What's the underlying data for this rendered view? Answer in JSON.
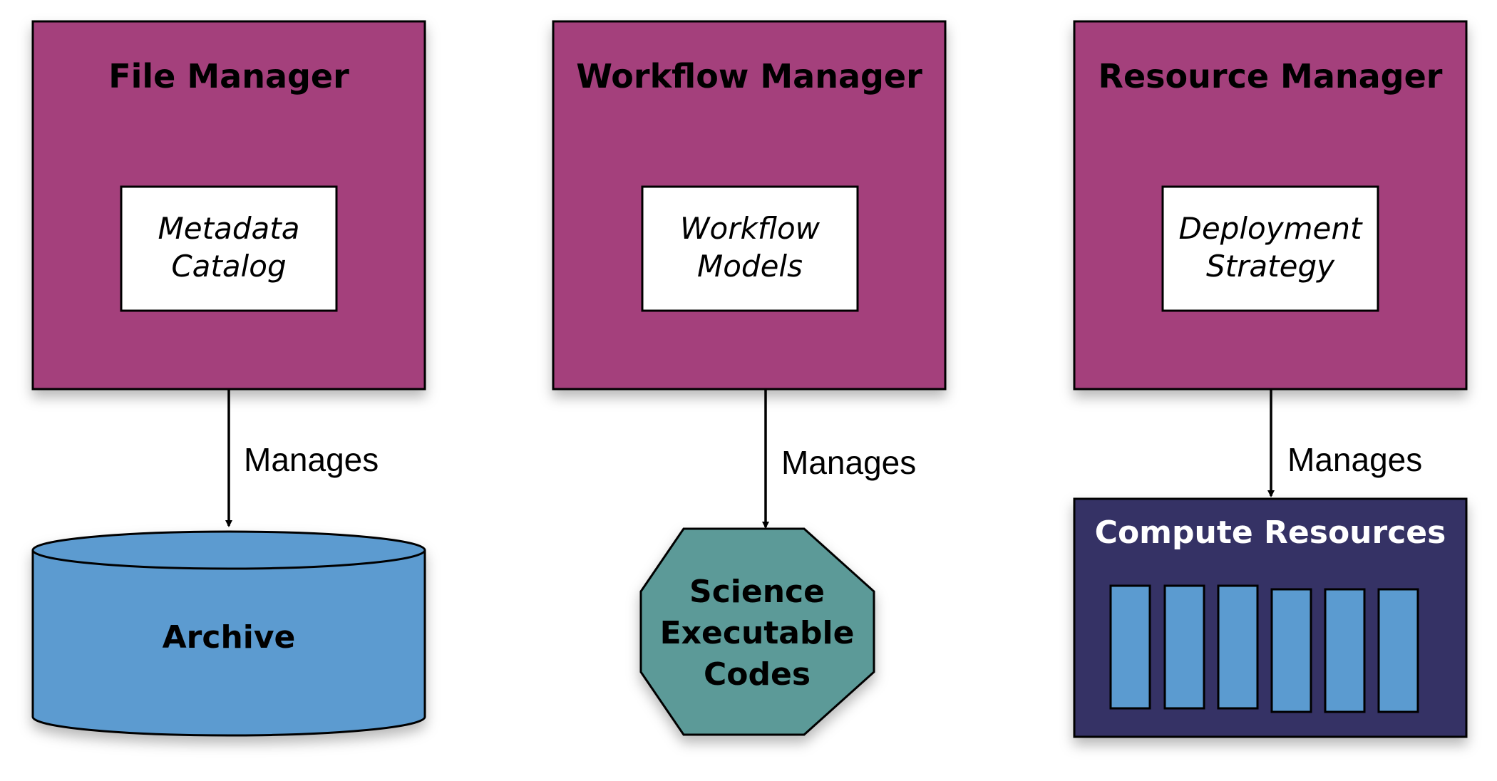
{
  "colors": {
    "manager_fill": "#A4407C",
    "inner_fill": "#FFFFFF",
    "archive_fill": "#5B9BD0",
    "science_fill": "#5B9A98",
    "compute_fill": "#343165",
    "compute_bar_fill": "#5B9BD0",
    "stroke": "#000000"
  },
  "managers": [
    {
      "title": "File Manager",
      "inner_line1": "Metadata",
      "inner_line2": "Catalog",
      "edge_label": "Manages"
    },
    {
      "title": "Workflow Manager",
      "inner_line1": "Workflow",
      "inner_line2": "Models",
      "edge_label": "Manages"
    },
    {
      "title": "Resource Manager",
      "inner_line1": "Deployment",
      "inner_line2": "Strategy",
      "edge_label": "Manages"
    }
  ],
  "targets": {
    "archive": {
      "label": "Archive",
      "icon": "cylinder-database"
    },
    "science": {
      "line1": "Science",
      "line2": "Executable",
      "line3": "Codes",
      "icon": "octagon"
    },
    "compute": {
      "label": "Compute Resources",
      "icon": "server-rack",
      "bar_count": 6
    }
  }
}
